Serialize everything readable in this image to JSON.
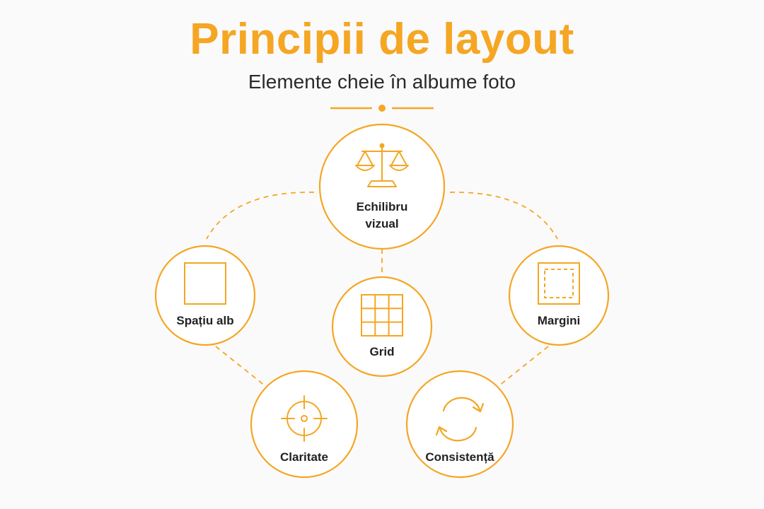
{
  "header": {
    "title": "Principii de layout",
    "subtitle": "Elemente cheie în albume foto"
  },
  "colors": {
    "accent": "#f5a623",
    "background": "#fafafa",
    "text": "#222222"
  },
  "nodes": [
    {
      "id": "echilibru",
      "label_line1": "Echilibru",
      "label_line2": "vizual",
      "icon": "balance-scale-icon"
    },
    {
      "id": "spatiu",
      "label": "Spațiu alb",
      "icon": "empty-square-icon"
    },
    {
      "id": "grid",
      "label": "Grid",
      "icon": "grid-icon"
    },
    {
      "id": "margini",
      "label": "Margini",
      "icon": "margins-square-icon"
    },
    {
      "id": "claritate",
      "label": "Claritate",
      "icon": "crosshair-icon"
    },
    {
      "id": "consistenta",
      "label": "Consistență",
      "icon": "refresh-cycle-icon"
    }
  ]
}
